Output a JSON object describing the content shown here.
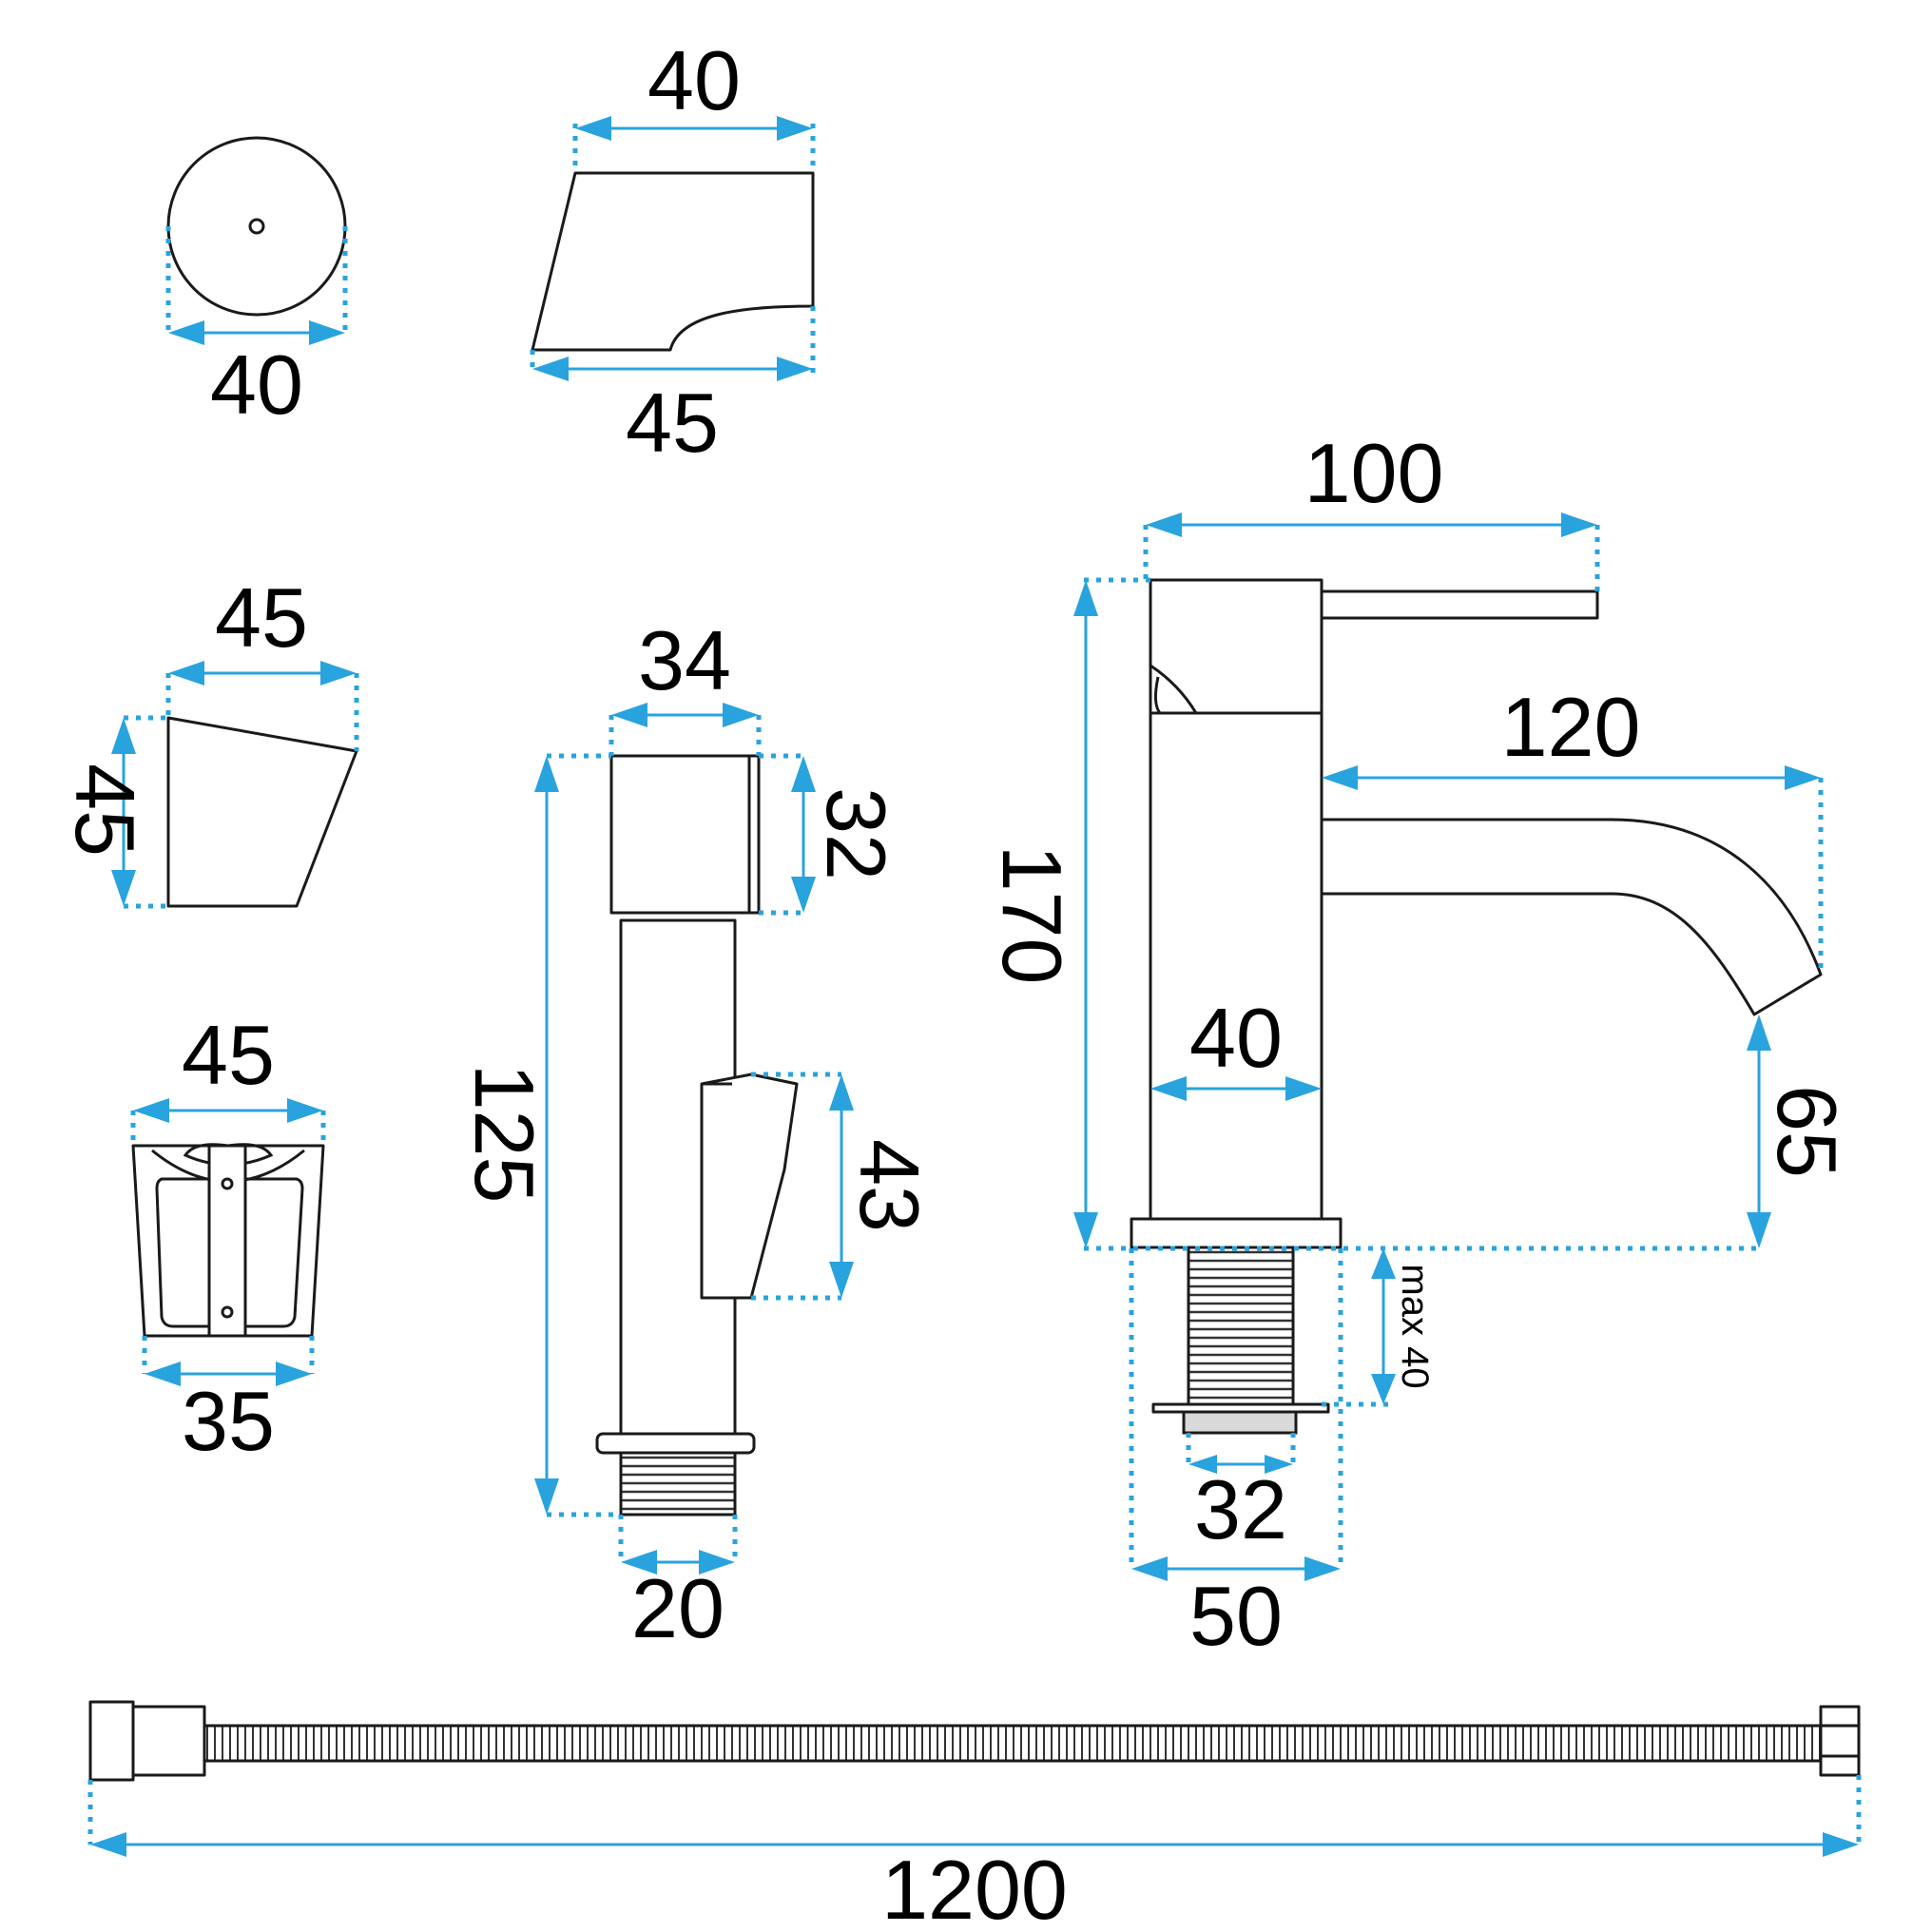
{
  "diagram": {
    "accent_color": "#29a3de",
    "line_color": "#1a1a1a",
    "dimensions": {
      "knob_top_width": "40",
      "lever_top_width": "40",
      "lever_bottom_width": "45",
      "wedge_width": "45",
      "wedge_height": "45",
      "holder_top_width": "45",
      "holder_bottom_width": "35",
      "valve_head_width": "34",
      "valve_head_height": "32",
      "valve_total_height": "125",
      "valve_handle_height": "43",
      "valve_thread_width": "20",
      "faucet_lever_length": "100",
      "faucet_height": "170",
      "faucet_spout_reach": "120",
      "faucet_body_width": "40",
      "faucet_spout_height": "65",
      "faucet_mount_max": "max 40",
      "faucet_thread_width": "32",
      "faucet_base_width": "50",
      "hose_length": "1200"
    }
  }
}
